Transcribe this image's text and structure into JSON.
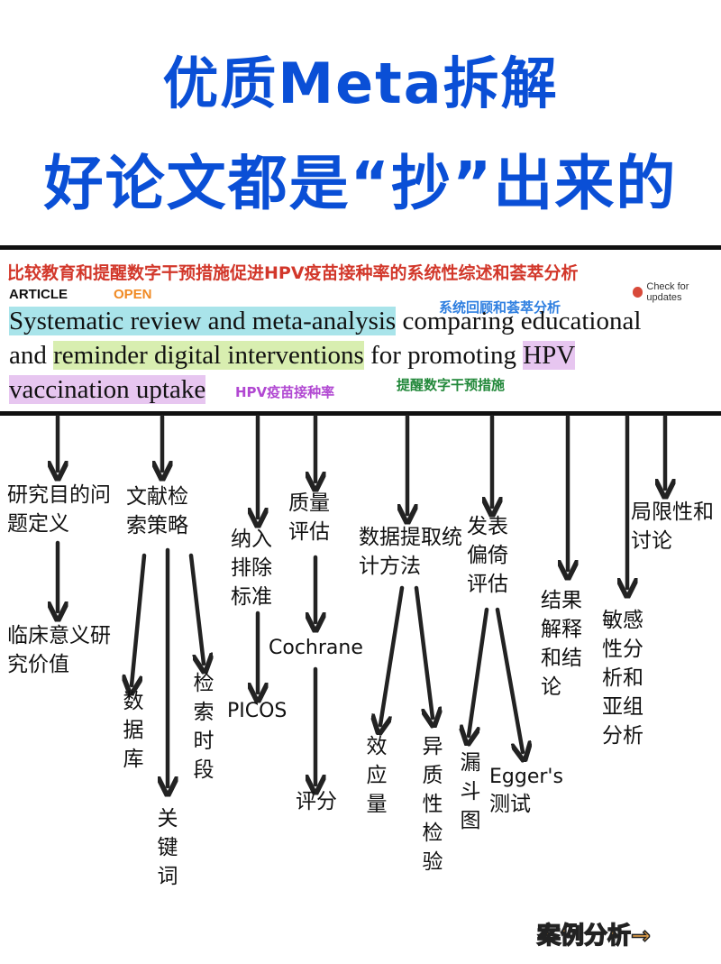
{
  "header": {
    "title_line1": "优质Meta拆解",
    "title_line2": "好论文都是“抄”出来的"
  },
  "article": {
    "cn_title": "比较教育和提醒数字干预措施促进HPV疫苗接种率的系统性综述和荟萃分析",
    "label_article": "ARTICLE",
    "label_open": "OPEN",
    "check_updates": "Check for updates",
    "en_line1_hl": "Systematic review and meta-analysis",
    "en_line1_rest": " comparing educational",
    "en_line2_pre": "and ",
    "en_line2_hl": "reminder digital interventions",
    "en_line2_mid": " for promoting ",
    "en_line2_hl2": "HPV",
    "en_line3_hl": "vaccination uptake",
    "note_blue": "系统回顾和荟萃分析",
    "note_purple": "HPV疫苗接种率",
    "note_green": "提醒数字干预措施",
    "colors": {
      "blue": "#2f7fe0",
      "purple": "#b148d2",
      "green": "#22883a",
      "red": "#d2372a",
      "orange": "#f08a24"
    }
  },
  "nodes": {
    "n1": "研究目的问题定义",
    "n1_sub": "临床意义研究价值",
    "n2": "文献检索策略",
    "n2_a": "数据库",
    "n2_b": "关键词",
    "n2_c": "检索时段",
    "n3": "纳入排除标准",
    "n3_sub": "PICOS",
    "n4": "质量评估",
    "n4_a": "Cochrane",
    "n4_b": "评分",
    "n5": "数据提取统计方法",
    "n5_a": "效应量",
    "n5_b": "异质性检验",
    "n6": "发表偏倚评估",
    "n6_a": "漏斗图",
    "n6_b": "Egger's",
    "n6_c": "测试",
    "n7": "结果解释和结论",
    "n8": "敏感性分析和亚组分析",
    "n9": "局限性和讨论"
  },
  "footer": {
    "label": "案例分析→"
  }
}
